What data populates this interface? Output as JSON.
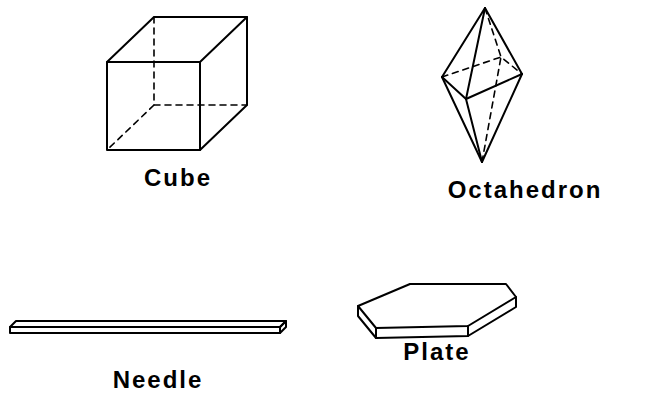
{
  "diagram": {
    "labels": [
      "Cube",
      "Octahedron",
      "Needle",
      "Plate"
    ]
  }
}
